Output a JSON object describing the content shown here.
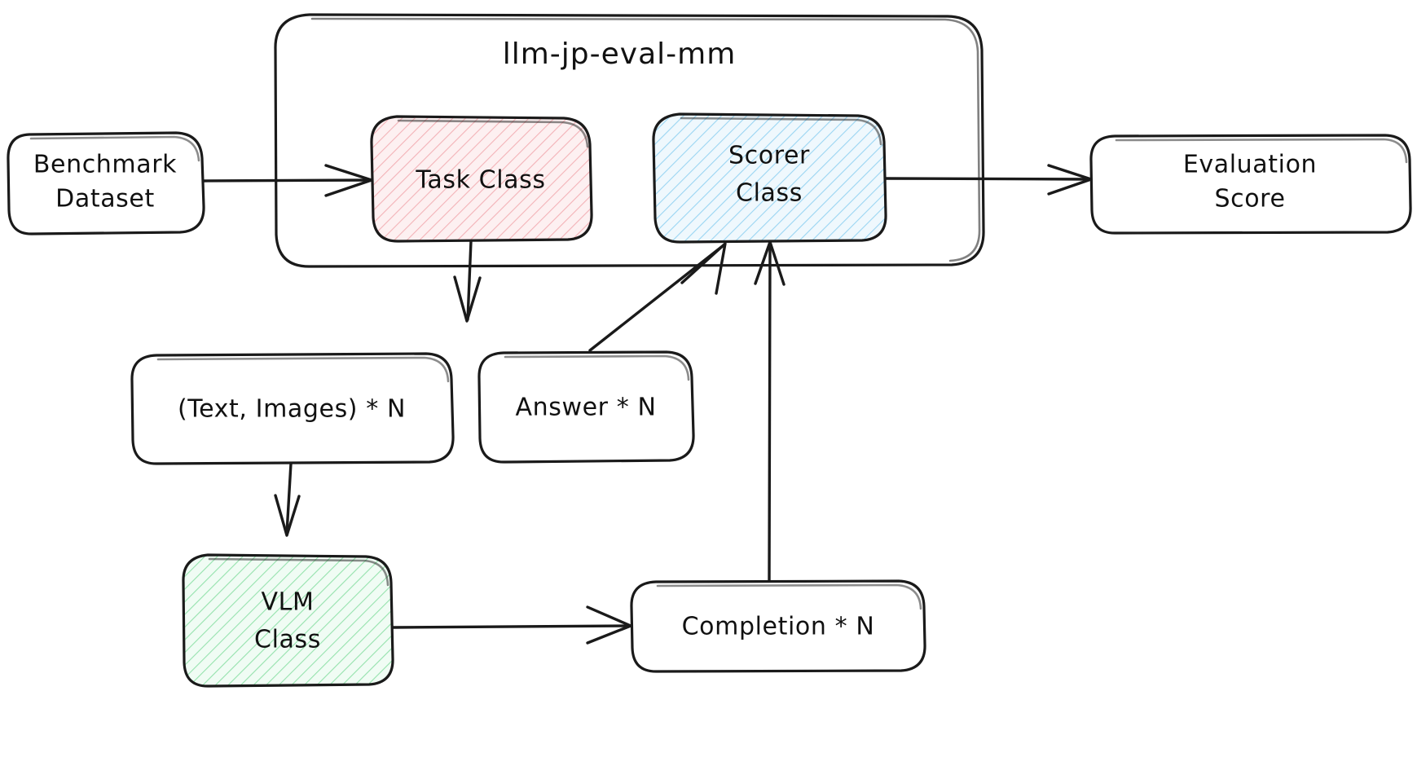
{
  "diagram": {
    "title": "llm-jp-eval-mm",
    "style": "hand-drawn sketch flowchart",
    "background_color": "#ffffff",
    "stroke_color": "#1a1a1a",
    "container": {
      "label": "llm-jp-eval-mm",
      "fill": "#ffffff"
    },
    "nodes": [
      {
        "id": "benchmark-dataset",
        "label_line1": "Benchmark",
        "label_line2": "Dataset",
        "fill": "#ffffff",
        "hatch_color": "none"
      },
      {
        "id": "task-class",
        "label_line1": "Task Class",
        "label_line2": "",
        "fill": "#fdeced",
        "hatch_color": "#f5b7bb"
      },
      {
        "id": "scorer-class",
        "label_line1": "Scorer",
        "label_line2": "Class",
        "fill": "#eaf6fd",
        "hatch_color": "#8fd0f0"
      },
      {
        "id": "evaluation-score",
        "label_line1": "Evaluation",
        "label_line2": "Score",
        "fill": "#ffffff",
        "hatch_color": "none"
      },
      {
        "id": "text-images",
        "label_line1": "(Text, Images) * N",
        "label_line2": "",
        "fill": "#ffffff",
        "hatch_color": "none"
      },
      {
        "id": "answer",
        "label_line1": "Answer * N",
        "label_line2": "",
        "fill": "#ffffff",
        "hatch_color": "none"
      },
      {
        "id": "vlm-class",
        "label_line1": "VLM",
        "label_line2": "Class",
        "fill": "#eafaef",
        "hatch_color": "#8fe0ac"
      },
      {
        "id": "completion",
        "label_line1": "Completion * N",
        "label_line2": "",
        "fill": "#ffffff",
        "hatch_color": "none"
      }
    ],
    "edges": [
      {
        "from": "benchmark-dataset",
        "to": "task-class",
        "label": ""
      },
      {
        "from": "scorer-class",
        "to": "evaluation-score",
        "label": ""
      },
      {
        "from": "task-class",
        "to": "text-images",
        "label": ""
      },
      {
        "from": "answer",
        "to": "scorer-class",
        "label": ""
      },
      {
        "from": "text-images",
        "to": "vlm-class",
        "label": ""
      },
      {
        "from": "vlm-class",
        "to": "completion",
        "label": ""
      },
      {
        "from": "completion",
        "to": "scorer-class",
        "label": ""
      }
    ]
  }
}
